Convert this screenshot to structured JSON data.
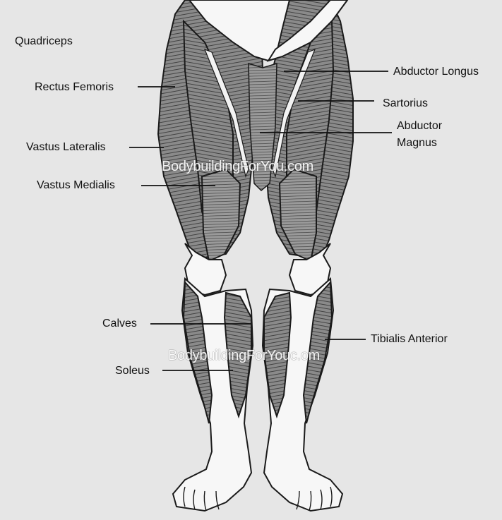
{
  "colors": {
    "background": "#e6e6e6",
    "skin": "#f7f7f7",
    "muscle": "#6b6b6b",
    "outline": "#1a1a1a",
    "leader": "#111111"
  },
  "labels": {
    "quadriceps": "Quadriceps",
    "rectus_femoris": "Rectus Femoris",
    "vastus_lateralis": "Vastus Lateralis",
    "vastus_medialis": "Vastus Medialis",
    "abductor_longus": "Abductor Longus",
    "sartorius": "Sartorius",
    "abductor_magnus_1": "Abductor",
    "abductor_magnus_2": "Magnus",
    "calves": "Calves",
    "soleus": "Soleus",
    "tibialis_anterior": "Tibialis Anterior"
  },
  "watermark": {
    "text_1": "BodybuildingForYou.com",
    "text_2": "BodybuildingForYouc.om"
  }
}
